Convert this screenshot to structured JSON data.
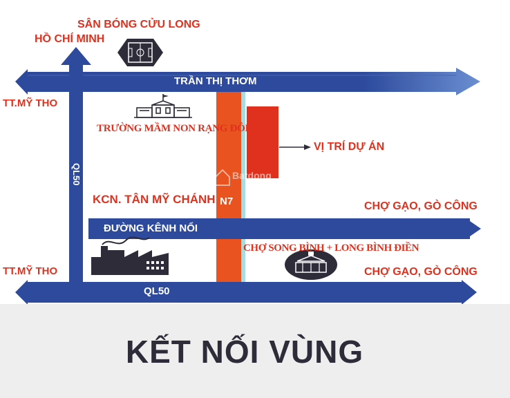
{
  "roads": {
    "tran_thi_thom": "TRẦN THỊ THƠM",
    "ql50_vertical": "QL50",
    "ql50_bottom": "QL50",
    "duong_kenh_noi": "ĐƯỜNG KÊNH NỔI",
    "n7": "N7"
  },
  "places": {
    "san_bong": "SÂN BÓNG CỬU LONG",
    "ho_chi_minh": "HỒ CHÍ MINH",
    "tt_my_tho_top": "TT.MỸ THO",
    "tt_my_tho_bottom": "TT.MỸ THO",
    "truong_mam_non": "TRƯỜNG MẦM NON RẠNG ĐÔNG",
    "vi_tri_du_an": "VỊ TRÍ DỰ ÁN",
    "kcn": "KCN. TÂN MỸ CHÁNH",
    "cho_gao_top": "CHỢ GẠO, GÒ CÔNG",
    "cho_gao_bottom": "CHỢ GẠO, GÒ CÔNG",
    "cho_song_binh": "CHỢ SONG BÌNH + LONG BÌNH ĐIỀN"
  },
  "watermark": "Batdong",
  "footer": {
    "title": "KẾT NỐI VÙNG"
  },
  "colors": {
    "road_blue": "#2d4a9c",
    "road_blue_light": "#5a80c8",
    "n7_orange": "#e8531f",
    "project_red": "#e0301e",
    "label_red": "#e0301e",
    "icon_dark": "#2f2c3a",
    "footer_bg": "#eeeeee"
  }
}
